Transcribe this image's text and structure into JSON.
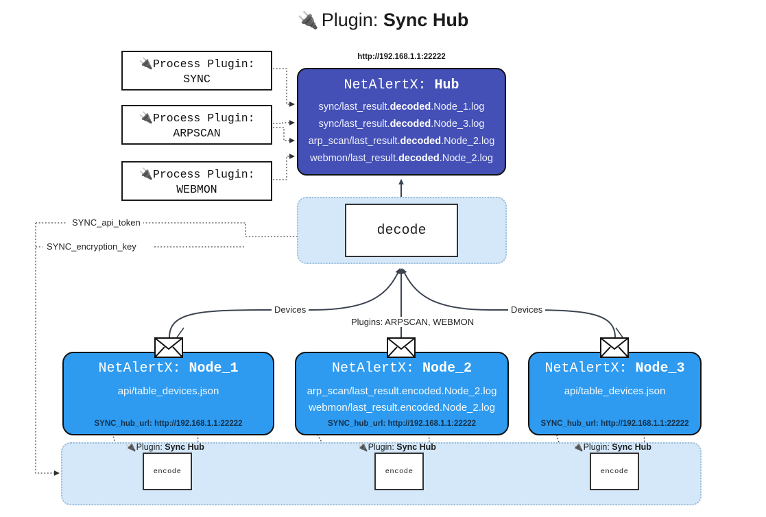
{
  "title": {
    "icon": "plug-icon",
    "prefix": "Plugin: ",
    "name": "Sync Hub"
  },
  "process_plugins": [
    {
      "icon": "plug-icon",
      "line1": "Process Plugin:",
      "line2": "SYNC"
    },
    {
      "icon": "plug-icon",
      "line1": "Process Plugin:",
      "line2": "ARPSCAN"
    },
    {
      "icon": "plug-icon",
      "line1": "Process Plugin:",
      "line2": "WEBMON"
    }
  ],
  "hub": {
    "url": "http://192.168.1.1:22222",
    "label": "NetAlertX: ",
    "name": "Hub",
    "logs": [
      {
        "pre": "sync/last_result.",
        "em": "decoded",
        "post": ".Node_1.log"
      },
      {
        "pre": "sync/last_result.",
        "em": "decoded",
        "post": ".Node_3.log"
      },
      {
        "pre": "arp_scan/last_result.",
        "em": "decoded",
        "post": ".Node_2.log"
      },
      {
        "pre": "webmon/last_result.",
        "em": "decoded",
        "post": ".Node_2.log"
      }
    ]
  },
  "decode": {
    "label": "decode"
  },
  "secrets": {
    "api_token": "SYNC_api_token",
    "encryption_key": "SYNC_encryption_key"
  },
  "edges": {
    "devices_left": "Devices",
    "devices_right": "Devices",
    "plugins_middle": "Plugins: ARPSCAN, WEBMON"
  },
  "nodes": [
    {
      "label": "NetAlertX: ",
      "name": "Node_1",
      "lines": [
        "api/table_devices.json"
      ],
      "footer": "SYNC_hub_url: http://192.168.1.1:22222",
      "envelope_icon": "envelope-icon"
    },
    {
      "label": "NetAlertX: ",
      "name": "Node_2",
      "lines": [
        "arp_scan/last_result.encoded.Node_2.log",
        "webmon/last_result.encoded.Node_2.log"
      ],
      "footer": "SYNC_hub_url: http://192.168.1.1:22222",
      "envelope_icon": "envelope-icon"
    },
    {
      "label": "NetAlertX: ",
      "name": "Node_3",
      "lines": [
        "api/table_devices.json"
      ],
      "footer": "SYNC_hub_url: http://192.168.1.1:22222",
      "envelope_icon": "envelope-icon"
    }
  ],
  "encoders": [
    {
      "icon": "plug-icon",
      "prefix": "Plugin: ",
      "name": "Sync Hub",
      "label": "encode"
    },
    {
      "icon": "plug-icon",
      "prefix": "Plugin: ",
      "name": "Sync Hub",
      "label": "encode"
    },
    {
      "icon": "plug-icon",
      "prefix": "Plugin: ",
      "name": "Sync Hub",
      "label": "encode"
    }
  ],
  "colors": {
    "hub_fill": "#4450b6",
    "node_fill": "#2e9bf0",
    "pool_fill": "#d4e8fa",
    "stroke": "#111111"
  }
}
